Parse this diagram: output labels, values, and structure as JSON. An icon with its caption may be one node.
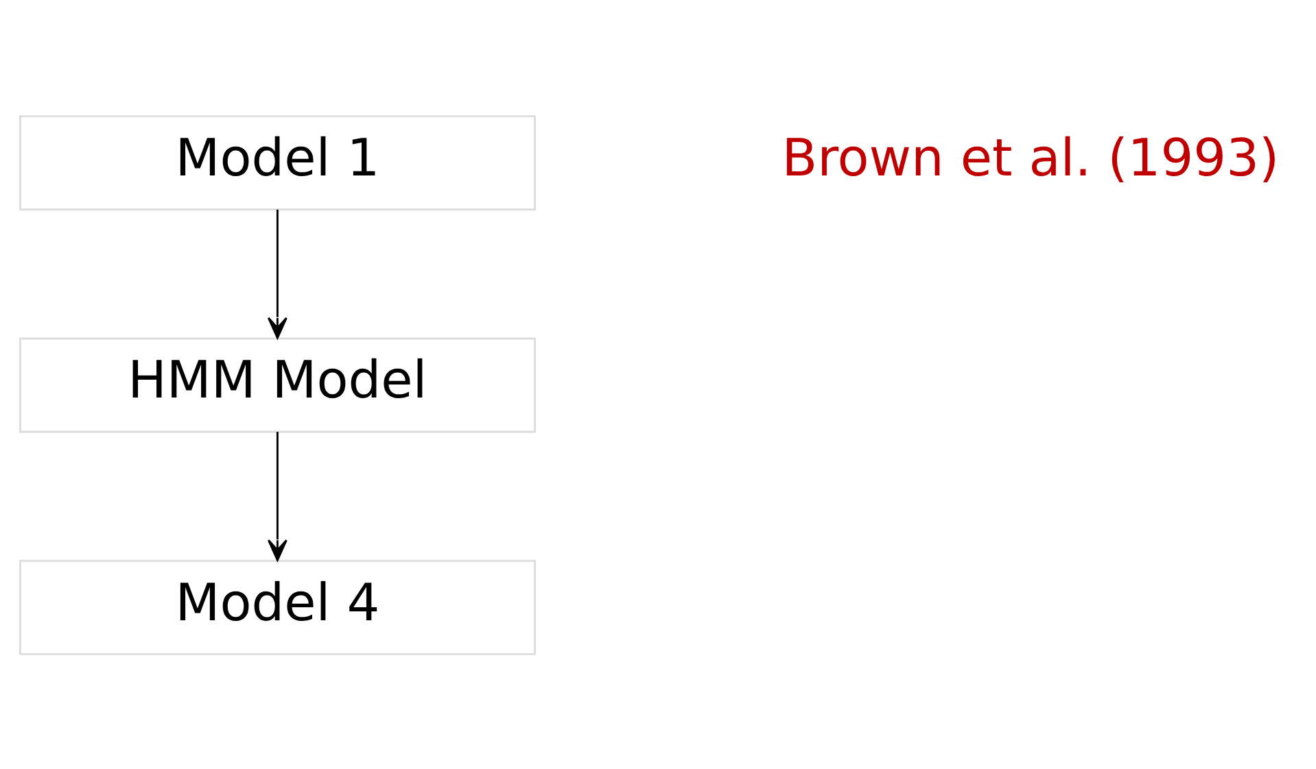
{
  "diagram": {
    "nodes": [
      {
        "text": [
          "Model 1"
        ]
      },
      {
        "text": [
          "HMM Model"
        ]
      },
      {
        "text": [
          "Model 4"
        ]
      }
    ],
    "edges": [
      {
        "from": 0,
        "to": 1,
        "arrow": "to"
      },
      {
        "from": 1,
        "to": 2,
        "arrow": "to"
      }
    ],
    "labels": [
      "Brown et al. (1993)"
    ]
  }
}
